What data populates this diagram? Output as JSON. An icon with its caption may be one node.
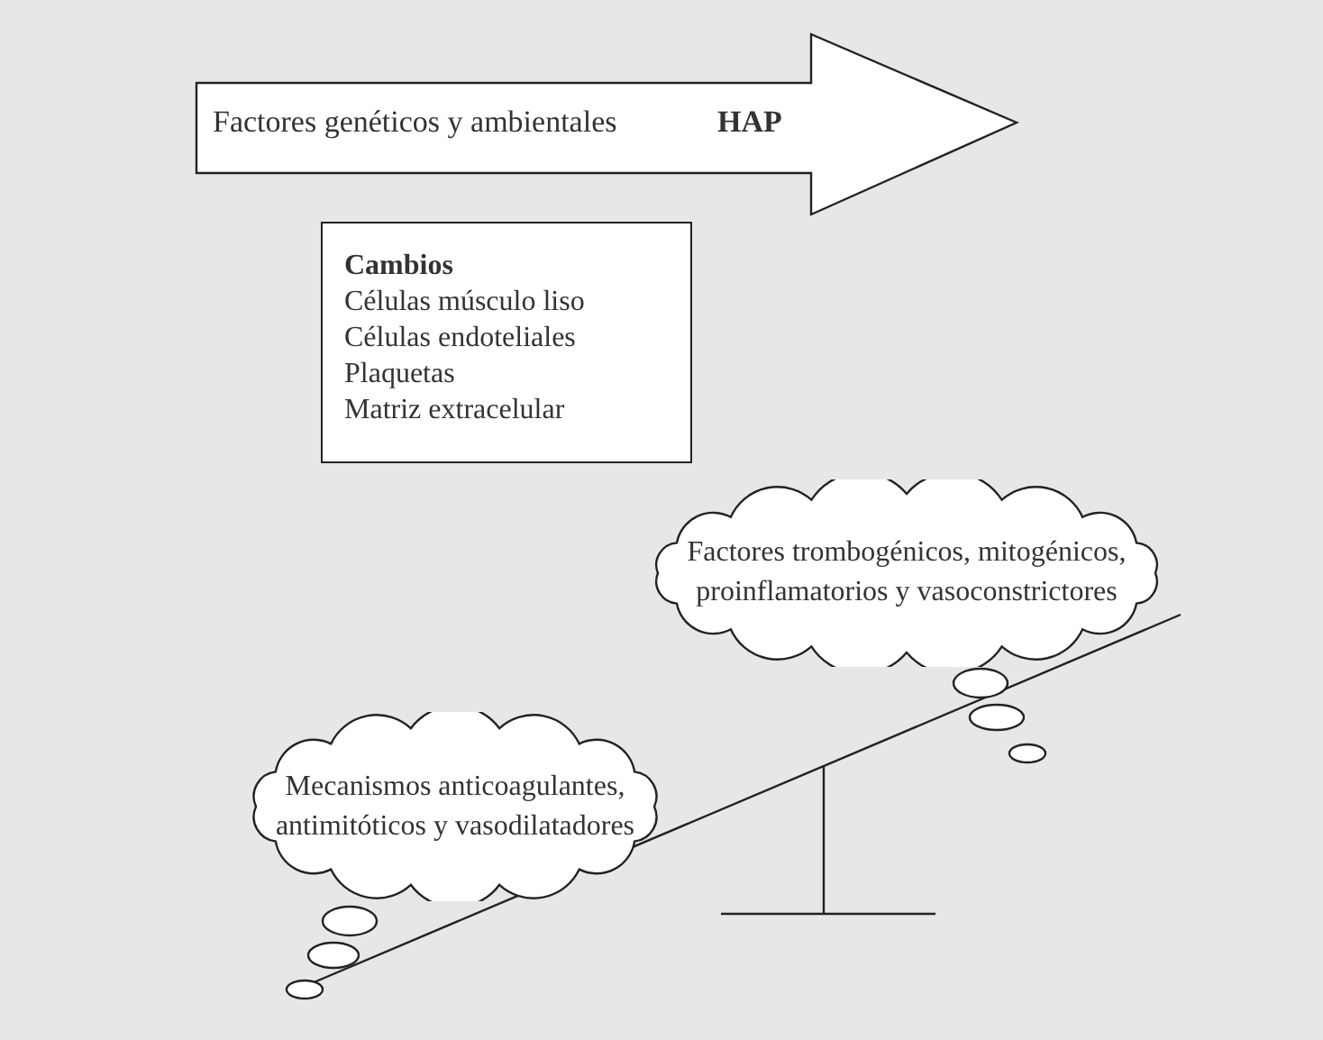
{
  "diagram": {
    "nodes": [
      {
        "text": [
          "Factores genéticos y ambientales",
          "HAP"
        ]
      },
      {
        "text": [
          "Cambios",
          "Células músculo liso",
          "Células endoteliales",
          "Plaquetas",
          "Matriz extracelular"
        ]
      },
      {
        "text": [
          "Factores trombogénicos, mitogénicos, proinflamatorios y vasoconstrictores"
        ]
      },
      {
        "text": [
          "Mecanismos anticoagulantes, antimitóticos y vasodilatadores"
        ]
      }
    ]
  }
}
